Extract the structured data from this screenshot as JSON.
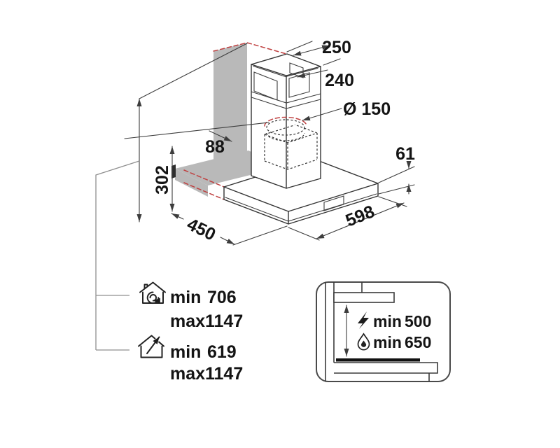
{
  "dimensions": {
    "chimney_top_width": "250",
    "chimney_top_depth": "240",
    "duct_diameter": "Ø 150",
    "duct_wall_offset": "88",
    "bracket_height": "302",
    "canopy_height": "61",
    "canopy_depth": "450",
    "canopy_width": "598"
  },
  "height_range": {
    "recirculation": {
      "min_label": "min",
      "min_value": "706",
      "max_label": "max",
      "max_value": "1147"
    },
    "ducted": {
      "min_label": "min",
      "min_value": "619",
      "max_label": "max",
      "max_value": "1147"
    }
  },
  "hob_clearance": {
    "electric": {
      "label": "min",
      "value": "500"
    },
    "gas": {
      "label": "min",
      "value": "650"
    }
  },
  "icons": {
    "recirculation": "house-recirculation-icon",
    "ducted": "house-exhaust-icon",
    "electric": "lightning-icon",
    "gas": "flame-icon"
  },
  "colors": {
    "wall_fill": "#b9b9b9",
    "hidden_edge_red": "#bf4040",
    "line": "#333333"
  }
}
